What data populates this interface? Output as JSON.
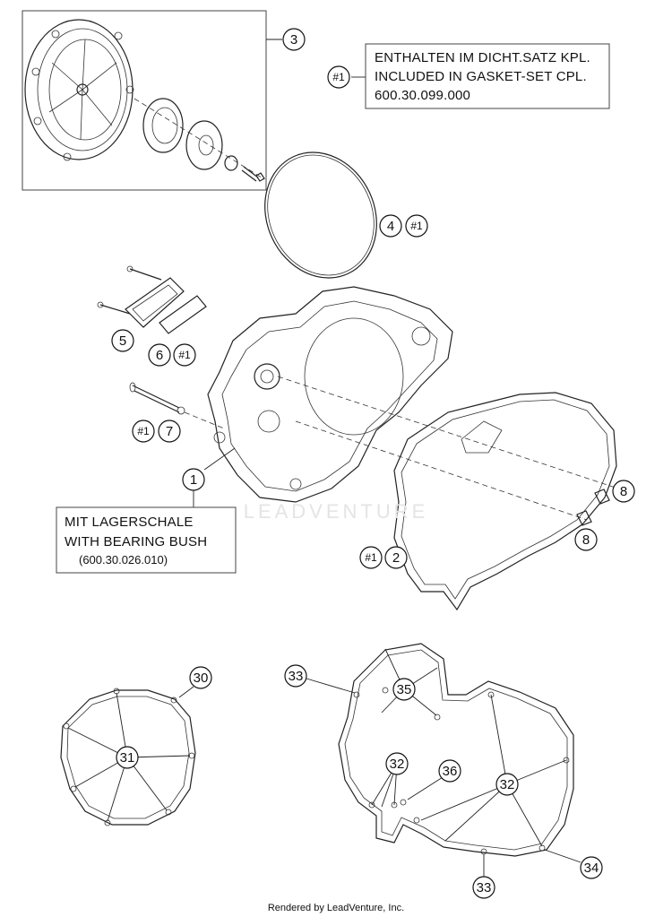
{
  "note_box": {
    "ref": "#1",
    "line1": "ENTHALTEN IM DICHT.SATZ KPL.",
    "line2": "INCLUDED IN GASKET-SET CPL.",
    "line3": "600.30.099.000"
  },
  "bearing_box": {
    "line1": "MIT LAGERSCHALE",
    "line2": "WITH BEARING BUSH",
    "line3": "(600.30.026.010)"
  },
  "callouts": {
    "c1": "1",
    "c2": "2",
    "c3": "3",
    "c4": "4",
    "c5": "5",
    "c6": "6",
    "c7": "7",
    "c8a": "8",
    "c8b": "8",
    "c30": "30",
    "c31": "31",
    "c32a": "32",
    "c32b": "32",
    "c33a": "33",
    "c33b": "33",
    "c34": "34",
    "c35": "35",
    "c36": "36"
  },
  "gasket_refs": {
    "r4": "#1",
    "r6": "#1",
    "r7": "#1",
    "r2": "#1"
  },
  "watermark": "LEADVENTURE",
  "footer": "Rendered by LeadVenture, Inc."
}
